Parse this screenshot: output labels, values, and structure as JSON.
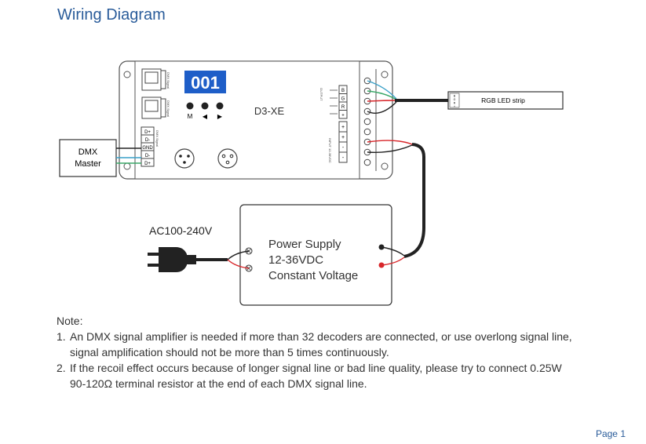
{
  "header": {
    "title": "Wiring Diagram"
  },
  "device": {
    "display": "001",
    "model": "D3-XE",
    "buttons": [
      "M",
      "◀",
      "▶"
    ],
    "rj45_labels": [
      "DMX Signal",
      "DMX Signal"
    ],
    "dmx_terminals": [
      "D+",
      "D-",
      "GND",
      "D-",
      "D+"
    ],
    "dmx_side_label": "DMX Signal",
    "output_label": "OUTPUT",
    "output_terminals": [
      "B",
      "G",
      "R",
      "+"
    ],
    "power_terminals": [
      "+",
      "+",
      "-",
      "-"
    ],
    "input_label": "INPUT 12-36VDC"
  },
  "dmx_master": {
    "line1": "DMX",
    "line2": "Master"
  },
  "led_strip": {
    "label": "RGB LED strip",
    "pins": [
      "B",
      "G",
      "R",
      "+"
    ]
  },
  "ac": {
    "label": "AC100-240V"
  },
  "power_supply": {
    "line1": "Power Supply",
    "line2": "12-36VDC",
    "line3": "Constant Voltage"
  },
  "notes": {
    "heading": "Note:",
    "items": [
      {
        "num": "1.",
        "line1": "An DMX signal amplifier is needed if more than 32 decoders are connected, or use overlong signal line,",
        "line2": "signal amplification should not be more than 5 times continuously."
      },
      {
        "num": "2.",
        "line1": "If the recoil effect occurs because of longer signal line or bad line quality, please try to connect 0.25W",
        "line2": "90-120Ω terminal resistor at the end of each DMX signal line."
      }
    ]
  },
  "footer": {
    "page": "Page 1"
  },
  "colors": {
    "title_blue": "#2a5c9a",
    "display_blue": "#1e5ec8",
    "wire_blue": "#3aa0c8",
    "wire_green": "#3aa868",
    "wire_red": "#d8262a",
    "wire_black": "#222222"
  }
}
